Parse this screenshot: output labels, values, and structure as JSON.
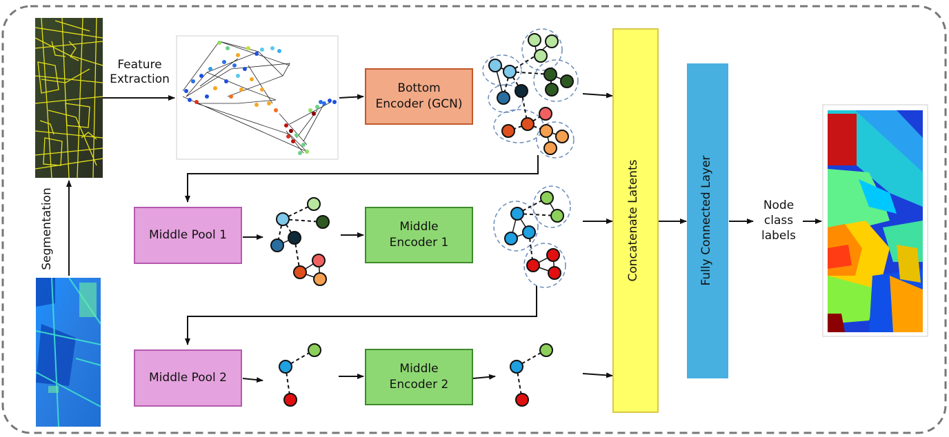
{
  "labels": {
    "feature_extraction_1": "Feature",
    "feature_extraction_2": "Extraction",
    "segmentation": "Segmentation",
    "node_labels_1": "Node",
    "node_labels_2": "class",
    "node_labels_3": "labels"
  },
  "blocks": {
    "bottom_encoder_1": "Bottom",
    "bottom_encoder_2": "Encoder (GCN)",
    "middle_pool_1": "Middle Pool 1",
    "middle_encoder_1_a": "Middle",
    "middle_encoder_1_b": "Encoder 1",
    "middle_pool_2": "Middle Pool 2",
    "middle_encoder_2_a": "Middle",
    "middle_encoder_2_b": "Encoder 2",
    "concatenate": "Concatenate Latents",
    "fully_connected": "Fully Connected Layer"
  },
  "colors": {
    "bottom_encoder": "#F2A986",
    "bottom_encoder_border": "#C0582A",
    "middle_pool": "#E4A2DE",
    "middle_pool_border": "#B45AAE",
    "middle_encoder": "#8ED873",
    "middle_encoder_border": "#3D8A2A",
    "concatenate": "#FFFF66",
    "concatenate_border": "#D8C84A",
    "fully_connected": "#47B0E0",
    "frame_border": "#777777"
  }
}
